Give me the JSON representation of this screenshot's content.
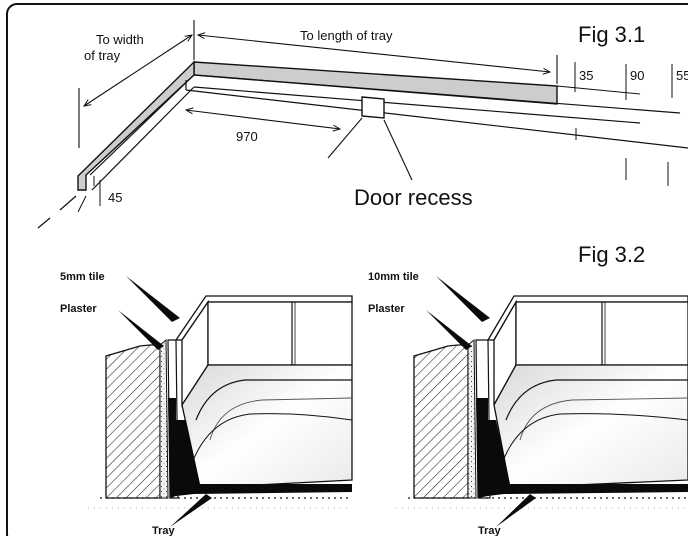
{
  "fig31": {
    "title": "Fig 3.1",
    "to_width": [
      "To width",
      "of tray"
    ],
    "to_length": "To length of tray",
    "dim_970": "970",
    "dim_45": "45",
    "dim_35": "35",
    "dim_90": "90",
    "dim_55": "55",
    "door_recess": "Door recess"
  },
  "fig32": {
    "title": "Fig 3.2",
    "left": {
      "tile": "5mm tile",
      "plaster": "Plaster",
      "tray": "Tray"
    },
    "right": {
      "tile": "10mm tile",
      "plaster": "Plaster",
      "tray": "Tray"
    }
  },
  "colors": {
    "frame": "#111111",
    "channel": "#cfcfcf",
    "tray_black": "#0a0a0a",
    "plaster": "#e6e6e6"
  }
}
